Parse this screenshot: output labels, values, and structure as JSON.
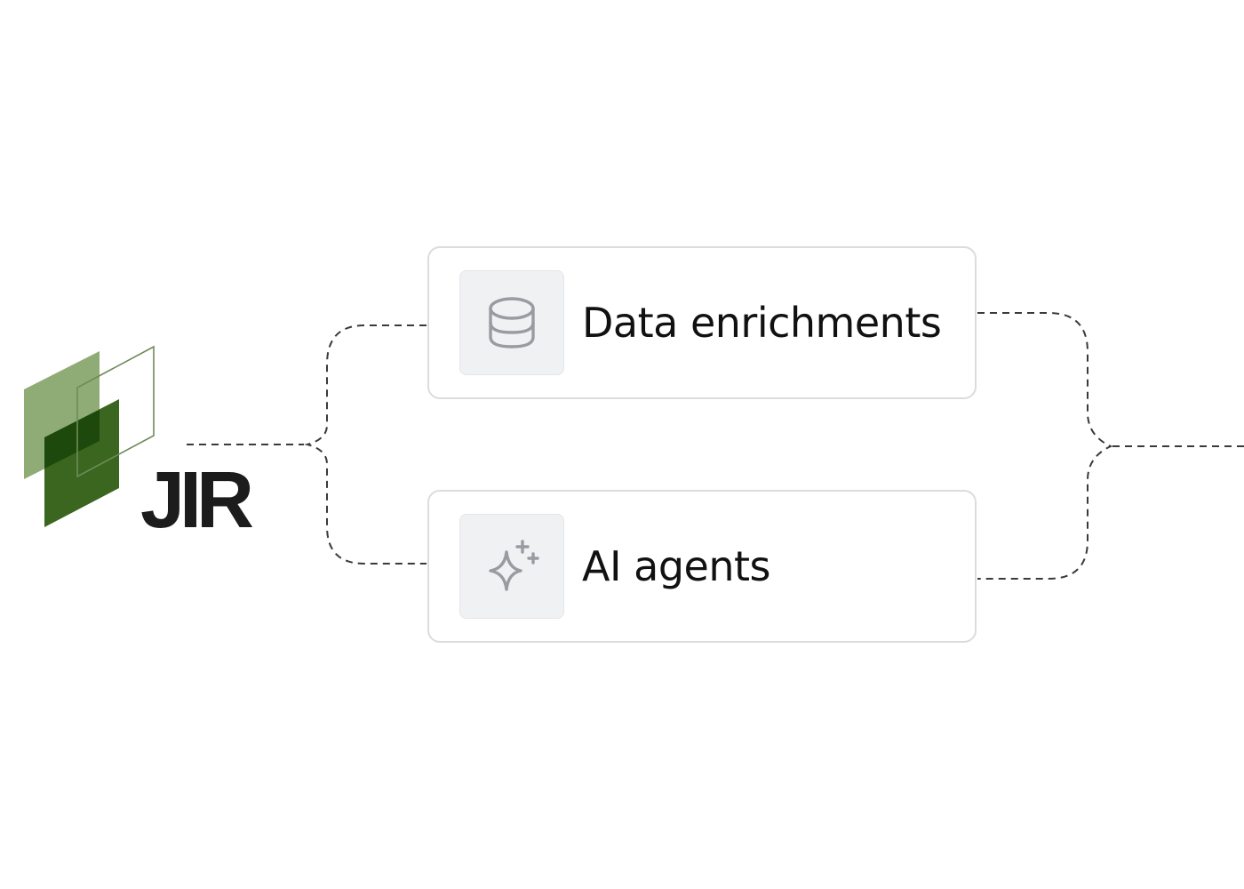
{
  "logo": {
    "text": "JIR",
    "colors": {
      "light_green": "#8aa86f",
      "dark_green": "#2f5e14",
      "outline": "#6e8a58",
      "text": "#1c1c1c"
    }
  },
  "nodes": [
    {
      "label": "Data enrichments",
      "icon": "database-icon"
    },
    {
      "label": "AI agents",
      "icon": "sparkle-icon"
    }
  ],
  "colors": {
    "connector": "#3a3a3a",
    "card_border": "#dcdcdc",
    "icon_bg": "#f0f1f3",
    "icon_stroke": "#9a9ba1"
  }
}
